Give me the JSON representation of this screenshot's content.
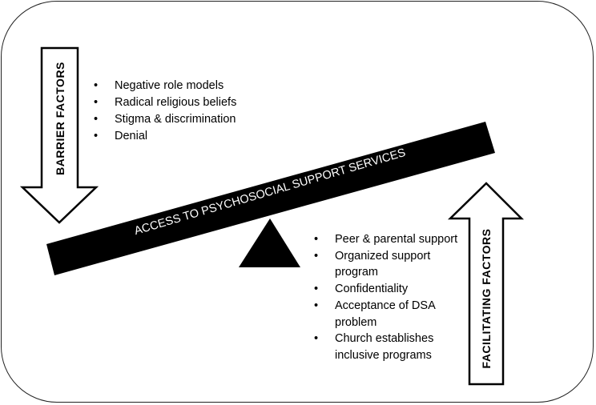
{
  "barrier": {
    "title": "BARRIER FACTORS",
    "items": [
      "Negative role models",
      "Radical religious beliefs",
      "Stigma & discrimination",
      "Denial"
    ]
  },
  "facilitating": {
    "title": "FACILITATING FACTORS",
    "items": [
      "Peer & parental support",
      "Organized support program",
      "Confidentiality",
      "Acceptance of DSA problem",
      "Church establishes inclusive programs"
    ]
  },
  "beam": {
    "label": "ACCESS TO PSYCHOSOCIAL SUPPORT SERVICES"
  }
}
